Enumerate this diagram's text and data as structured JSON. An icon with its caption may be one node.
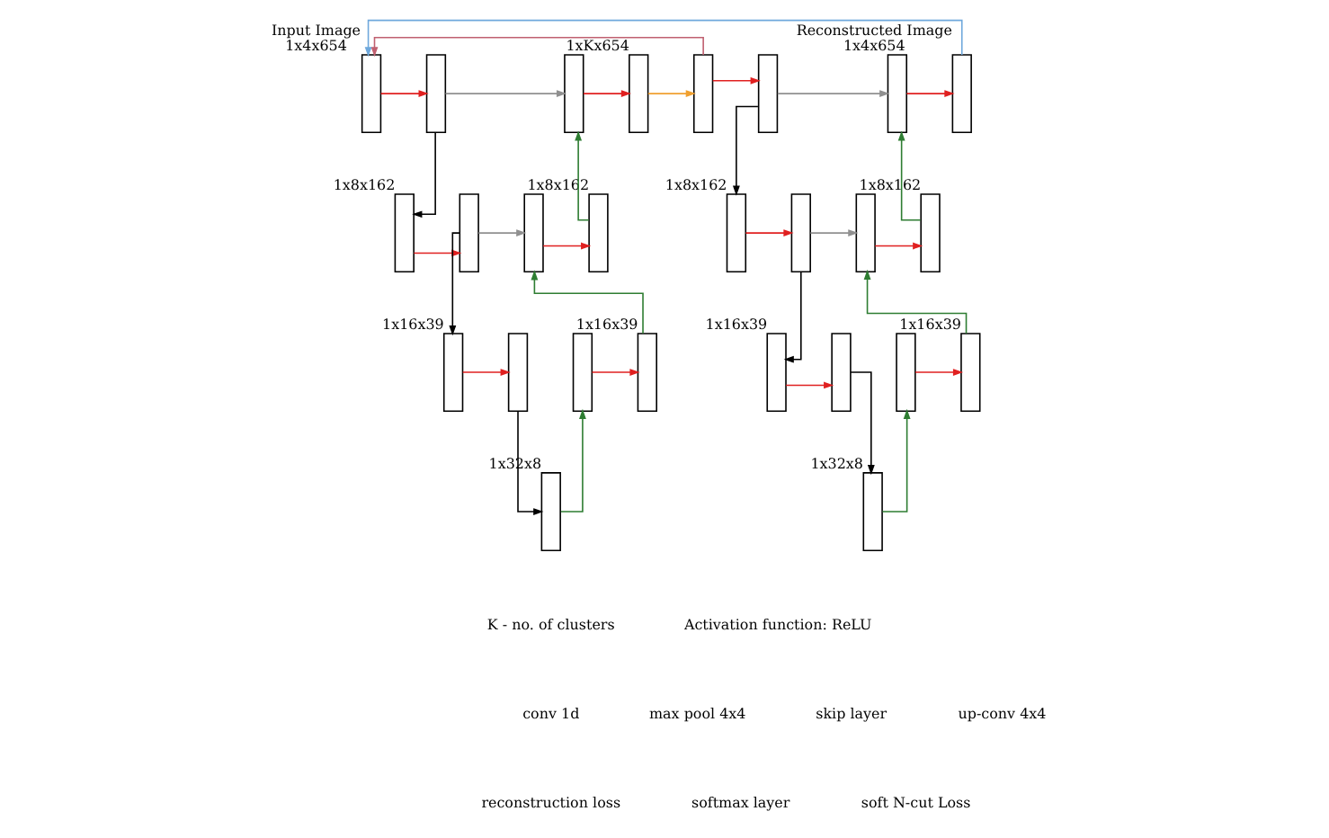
{
  "diagram": {
    "nodes": [
      {
        "text": [],
        "shape": "box",
        "beside": [
          "Input Image",
          "1x4x654"
        ]
      },
      {
        "text": [],
        "shape": "box"
      },
      {
        "text": [],
        "shape": "box",
        "beside": [
          "1x8x162"
        ]
      },
      {
        "text": [],
        "shape": "box"
      },
      {
        "text": [],
        "shape": "box",
        "beside": [
          "1x16x39"
        ]
      },
      {
        "text": [],
        "shape": "box"
      },
      {
        "text": [],
        "shape": "box",
        "beside": [
          "1x32x8"
        ]
      },
      {
        "text": [],
        "shape": "box"
      },
      {
        "text": [],
        "shape": "box",
        "beside": [
          "1x16x39"
        ]
      },
      {
        "text": [],
        "shape": "box"
      },
      {
        "text": [],
        "shape": "box",
        "beside": [
          "1x8x162"
        ]
      },
      {
        "text": [],
        "shape": "box"
      },
      {
        "text": [],
        "shape": "box",
        "beside": [
          "1xKx654"
        ]
      },
      {
        "text": [],
        "shape": "box"
      },
      {
        "text": [],
        "shape": "box"
      },
      {
        "text": [],
        "shape": "box",
        "beside": [
          "1x8x162"
        ]
      },
      {
        "text": [],
        "shape": "box"
      },
      {
        "text": [],
        "shape": "box",
        "beside": [
          "1x16x39"
        ]
      },
      {
        "text": [],
        "shape": "box"
      },
      {
        "text": [],
        "shape": "box",
        "beside": [
          "1x32x8"
        ]
      },
      {
        "text": [],
        "shape": "box"
      },
      {
        "text": [],
        "shape": "box",
        "beside": [
          "1x16x39"
        ]
      },
      {
        "text": [],
        "shape": "box"
      },
      {
        "text": [],
        "shape": "box",
        "beside": [
          "1x8x162"
        ]
      },
      {
        "text": [],
        "shape": "box"
      },
      {
        "text": [],
        "shape": "box",
        "beside": [
          "Reconstructed Image",
          "1x4x654"
        ]
      }
    ],
    "edges": [
      {
        "from": 0,
        "to": 1,
        "arrow": "to"
      },
      {
        "from": 1,
        "to": 2,
        "arrow": "to",
        "color": "#000000"
      },
      {
        "from": 2,
        "to": 3,
        "arrow": "to"
      },
      {
        "from": 3,
        "to": 4,
        "arrow": "to",
        "color": "#000000"
      },
      {
        "from": 4,
        "to": 5,
        "arrow": "to"
      },
      {
        "from": 5,
        "to": 6,
        "arrow": "to",
        "color": "#000000"
      },
      {
        "from": 6,
        "to": 7,
        "arrow": "to",
        "color": "#2e7d32"
      },
      {
        "from": 7,
        "to": 8,
        "arrow": "to"
      },
      {
        "from": 8,
        "to": 9,
        "arrow": "to",
        "color": "#2e7d32"
      },
      {
        "from": 3,
        "to": 9,
        "arrow": "to",
        "color": "#909090"
      },
      {
        "from": 9,
        "to": 10,
        "arrow": "to"
      },
      {
        "from": 10,
        "to": 11,
        "arrow": "to",
        "color": "#2e7d32"
      },
      {
        "from": 1,
        "to": 11,
        "arrow": "to",
        "color": "#909090"
      },
      {
        "from": 11,
        "to": 12,
        "arrow": "to"
      },
      {
        "from": 12,
        "to": 13,
        "arrow": "to",
        "color": "#f0a030"
      },
      {
        "from": 13,
        "to": 14,
        "arrow": "to"
      },
      {
        "from": 14,
        "to": 15,
        "arrow": "to",
        "color": "#000000"
      },
      {
        "from": 15,
        "to": 16,
        "arrow": "to"
      },
      {
        "from": 16,
        "to": 17,
        "arrow": "to",
        "color": "#000000"
      },
      {
        "from": 17,
        "to": 18,
        "arrow": "to"
      },
      {
        "from": 18,
        "to": 19,
        "arrow": "to",
        "color": "#000000"
      },
      {
        "from": 19,
        "to": 20,
        "arrow": "to",
        "color": "#2e7d32"
      },
      {
        "from": 20,
        "to": 21,
        "arrow": "to"
      },
      {
        "from": 21,
        "to": 22,
        "arrow": "to",
        "color": "#2e7d32"
      },
      {
        "from": 16,
        "to": 22,
        "arrow": "to",
        "color": "#909090"
      },
      {
        "from": 22,
        "to": 23,
        "arrow": "to"
      },
      {
        "from": 23,
        "to": 24,
        "arrow": "to",
        "color": "#2e7d32"
      },
      {
        "from": 14,
        "to": 24,
        "arrow": "to",
        "color": "#909090"
      },
      {
        "from": 24,
        "to": 25,
        "arrow": "to"
      },
      {
        "from": 25,
        "to": 0,
        "arrow": "to",
        "color": "#6fa8dc"
      },
      {
        "from": 13,
        "to": 0,
        "arrow": "to",
        "color": "#c06070"
      }
    ],
    "labels": [
      "K - no. of clusters",
      "Activation function: ReLU"
    ],
    "legend": [
      {
        "text": "conv 1d"
      },
      {
        "text": "max pool 4x4"
      },
      {
        "text": "skip layer"
      },
      {
        "text": "up-conv 4x4"
      },
      {
        "text": "reconstruction loss"
      },
      {
        "text": "softmax layer"
      },
      {
        "text": "soft N-cut Loss"
      }
    ]
  }
}
